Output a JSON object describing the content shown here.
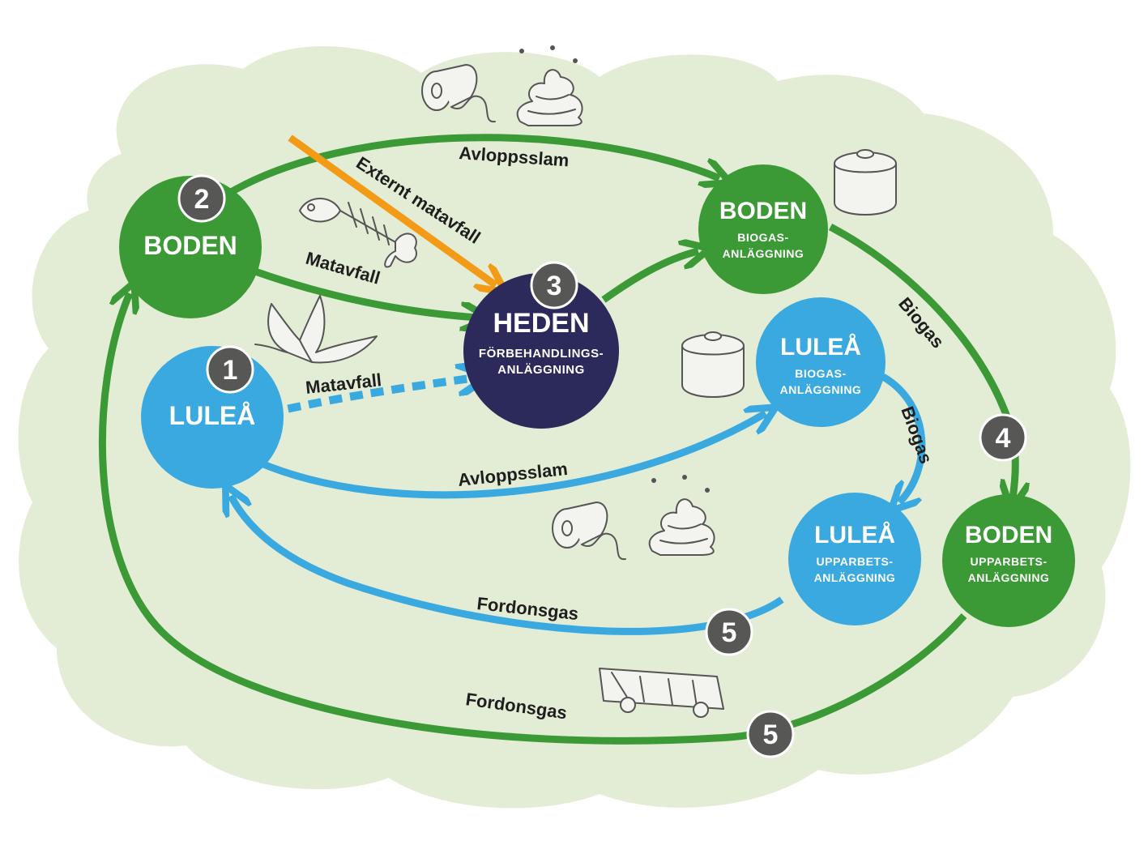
{
  "colors": {
    "cloud": "#e3edd5",
    "green": "#3c9a36",
    "blue": "#3aa9e0",
    "navy": "#2b2a5a",
    "orange": "#f39a16",
    "badge": "#575756"
  },
  "nodes": {
    "boden_source": {
      "title": "BODEN",
      "badge": "2"
    },
    "lulea_source": {
      "title": "LULEÅ",
      "badge": "1"
    },
    "heden": {
      "title": "HEDEN",
      "sub1": "FÖRBEHANDLINGS-",
      "sub2": "ANLÄGGNING",
      "badge": "3"
    },
    "boden_biogas": {
      "title": "BODEN",
      "sub1": "BIOGAS-",
      "sub2": "ANLÄGGNING"
    },
    "lulea_biogas": {
      "title": "LULEÅ",
      "sub1": "BIOGAS-",
      "sub2": "ANLÄGGNING"
    },
    "lulea_upgrade": {
      "title": "LULEÅ",
      "sub1": "UPPARBETS-",
      "sub2": "ANLÄGGNING"
    },
    "boden_upgrade": {
      "title": "BODEN",
      "sub1": "UPPARBETS-",
      "sub2": "ANLÄGGNING"
    }
  },
  "flows": {
    "boden_avloppsslam": "Avloppsslam",
    "external_food_waste": "Externt matavfall",
    "boden_matavfall": "Matavfall",
    "lulea_matavfall": "Matavfall",
    "boden_biogas": "Biogas",
    "lulea_biogas": "Biogas",
    "lulea_avloppsslam": "Avloppsslam",
    "lulea_fordonsgas": "Fordonsgas",
    "boden_fordonsgas": "Fordonsgas"
  },
  "badges": {
    "boden_biogas_step": "4",
    "lulea_fordonsgas_step": "5",
    "boden_fordonsgas_step": "5"
  },
  "icons": [
    "toilet-paper-icon",
    "poop-icon",
    "fish-bone-icon",
    "banana-peel-icon",
    "biogas-tank-icon",
    "bus-icon"
  ]
}
